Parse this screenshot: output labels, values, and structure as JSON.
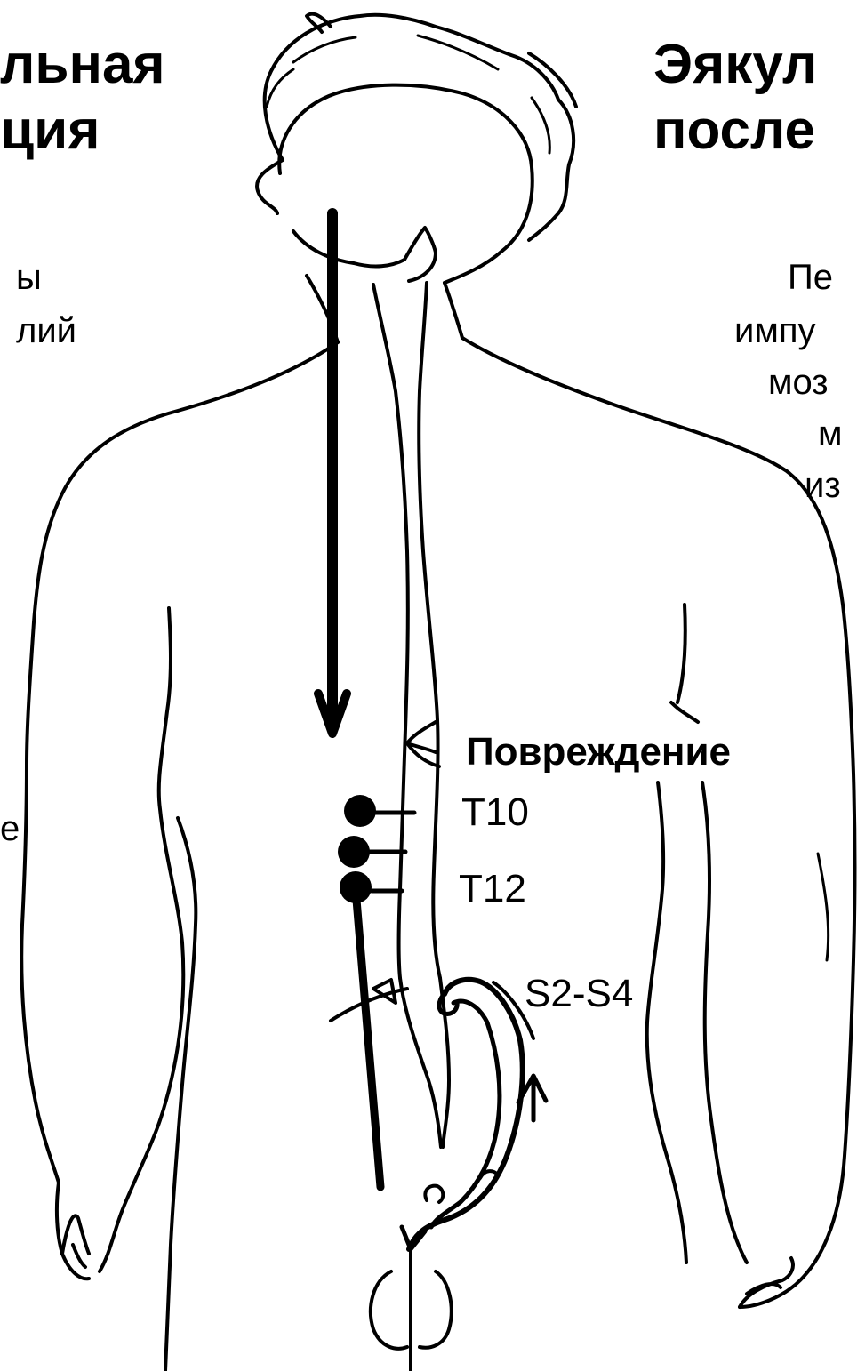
{
  "colors": {
    "ink": "#000000",
    "paper": "#ffffff"
  },
  "left_heading": {
    "line1": "льная",
    "line2": "ция"
  },
  "right_heading": {
    "line1": "Эякул",
    "line2": "после"
  },
  "left_text": {
    "line1": "ы",
    "line2": "лий",
    "fragment": "е"
  },
  "right_text": {
    "line1": "Пе",
    "line2": "импу",
    "line3": "моз",
    "line4": "м",
    "line5": "из"
  },
  "labels": {
    "injury": "Повреждение",
    "t10": "T10",
    "t12": "T12",
    "s2s4": "S2-S4"
  }
}
